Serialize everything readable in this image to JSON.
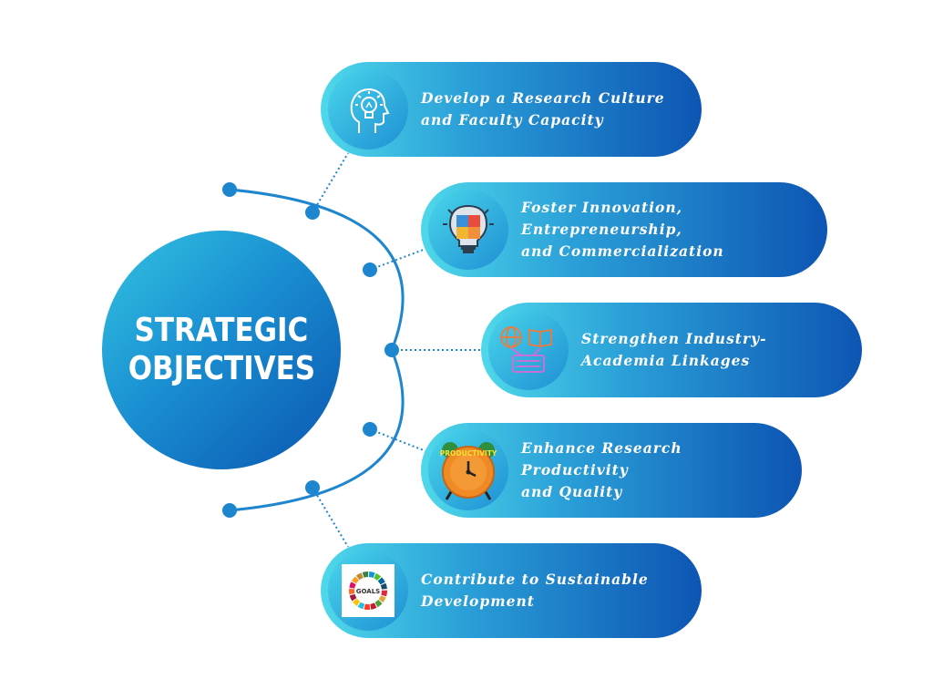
{
  "hub": {
    "line1": "STRATEGIC",
    "line2": "OBJECTIVES"
  },
  "objectives": [
    {
      "label": "Develop a Research Culture\nand Faculty Capacity",
      "icon": "lightbulb-head-icon"
    },
    {
      "label": "Foster Innovation, Entrepreneurship,\nand Commercialization",
      "icon": "puzzle-bulb-icon"
    },
    {
      "label": "Strengthen Industry-\nAcademia Linkages",
      "icon": "globe-book-keyboard-icon"
    },
    {
      "label": "Enhance Research Productivity\nand Quality",
      "icon": "productivity-clock-icon",
      "icon_text": "PRODUCTIVITY"
    },
    {
      "label": "Contribute to Sustainable\nDevelopment",
      "icon": "sdg-wheel-icon",
      "icon_text": "GOALS"
    }
  ],
  "colors": {
    "accent_dark": "#0a55b0",
    "accent_light": "#4fd8ea",
    "connector": "#1e86cf"
  }
}
